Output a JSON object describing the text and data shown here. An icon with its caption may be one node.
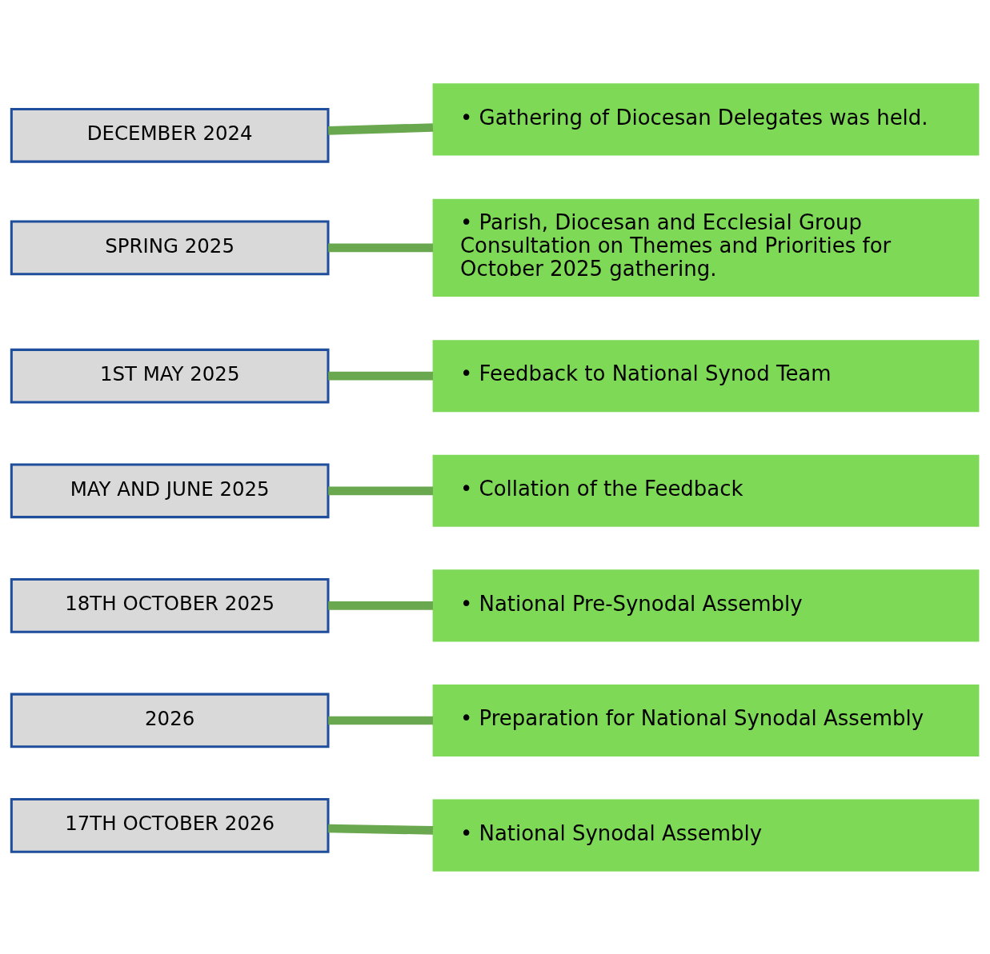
{
  "diagram": {
    "nodes": [
      {
        "text": [
          "DECEMBER 2024"
        ]
      },
      {
        "text": [
          "• Gathering of Diocesan Delegates was held."
        ]
      },
      {
        "text": [
          "SPRING 2025"
        ]
      },
      {
        "text": [
          "• Parish, Diocesan and Ecclesial Group Consultation on Themes and Priorities for October 2025 gathering."
        ]
      },
      {
        "text": [
          "1ST MAY 2025"
        ]
      },
      {
        "text": [
          "• Feedback to National Synod Team"
        ]
      },
      {
        "text": [
          "MAY AND JUNE 2025"
        ]
      },
      {
        "text": [
          "• Collation of the Feedback"
        ]
      },
      {
        "text": [
          "18TH OCTOBER 2025"
        ]
      },
      {
        "text": [
          "• National Pre-Synodal Assembly"
        ]
      },
      {
        "text": [
          "2026"
        ]
      },
      {
        "text": [
          "• Preparation for National Synodal Assembly"
        ]
      },
      {
        "text": [
          "17TH OCTOBER 2026"
        ]
      },
      {
        "text": [
          "• National Synodal Assembly"
        ]
      }
    ],
    "edges": [
      {
        "from": 0,
        "to": 1,
        "arrow": "none"
      },
      {
        "from": 2,
        "to": 3,
        "arrow": "none"
      },
      {
        "from": 4,
        "to": 5,
        "arrow": "none"
      },
      {
        "from": 6,
        "to": 7,
        "arrow": "none"
      },
      {
        "from": 8,
        "to": 9,
        "arrow": "none"
      },
      {
        "from": 10,
        "to": 11,
        "arrow": "none"
      },
      {
        "from": 12,
        "to": 13,
        "arrow": "none"
      }
    ]
  }
}
